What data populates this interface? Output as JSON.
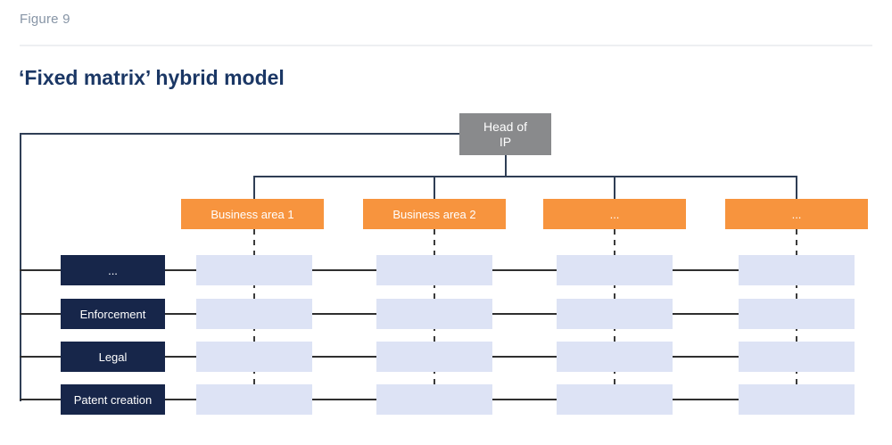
{
  "figure": {
    "label": "Figure 9",
    "title": "‘Fixed matrix’ hybrid model"
  },
  "diagram": {
    "head": {
      "label": "Head of\nIP"
    },
    "business_areas": [
      {
        "label": "Business area 1"
      },
      {
        "label": "Business area 2"
      },
      {
        "label": "..."
      },
      {
        "label": "..."
      }
    ],
    "functions": [
      {
        "label": "..."
      },
      {
        "label": "Enforcement"
      },
      {
        "label": "Legal"
      },
      {
        "label": "Patent creation"
      }
    ]
  },
  "theme": {
    "c-orange": "#F7943E",
    "c-navy-box": "#17264A",
    "c-cell": "#DDE3F5",
    "c-head-gray": "#898A8C",
    "c-line": "#2F3E55",
    "c-rowline": "#2F2F2F",
    "c-dash": "#3B3B3B",
    "c-title": "#1B3765",
    "c-muted": "#8795A6",
    "c-divider": "#EDEFF2"
  }
}
